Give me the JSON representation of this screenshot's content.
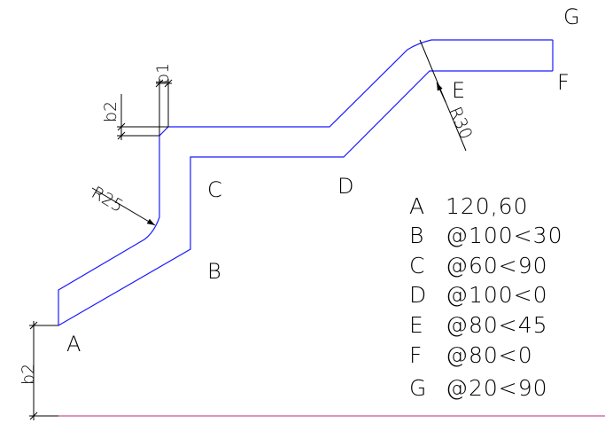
{
  "colors": {
    "profile": "#1a1aff",
    "baseline": "#c0287a",
    "dimension": "#000000",
    "text": "#000000"
  },
  "points": {
    "a": "A",
    "b": "B",
    "c": "C",
    "d": "D",
    "e": "E",
    "f": "F",
    "g": "G"
  },
  "dimensions": {
    "r25": "R25",
    "r30": "R30",
    "b1": "b1",
    "b2_top": "b2",
    "b2_left": "b2"
  },
  "coordinate_table": [
    {
      "point": "A",
      "value": "120,60"
    },
    {
      "point": "B",
      "value": "@100<30"
    },
    {
      "point": "C",
      "value": "@60<90"
    },
    {
      "point": "D",
      "value": "@100<0"
    },
    {
      "point": "E",
      "value": "@80<45"
    },
    {
      "point": "F",
      "value": "@80<0"
    },
    {
      "point": "G",
      "value": "@20<90"
    }
  ]
}
